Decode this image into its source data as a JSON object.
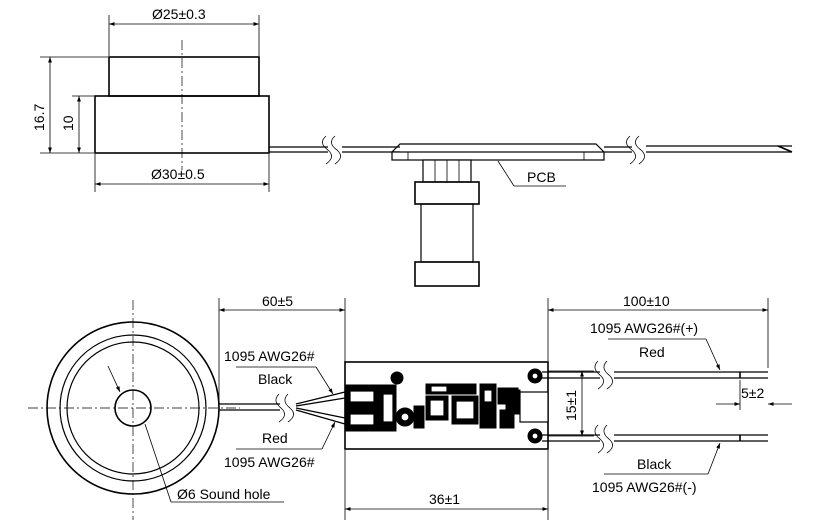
{
  "top_view": {
    "dim_top_diameter": "Ø25±0.3",
    "dim_bottom_diameter": "Ø30±0.5",
    "dim_total_height": "16.7",
    "dim_body_height": "10",
    "label_pcb": "PCB"
  },
  "bottom_view": {
    "dim_lead_length_left": "60±5",
    "dim_lead_length_right": "100±10",
    "dim_pcb_length": "36±1",
    "dim_pcb_width": "15±1",
    "dim_strip": "5±2",
    "label_sound_hole": "Ø6 Sound hole",
    "left_wire_top_spec": "1095 AWG26#",
    "left_wire_top_color": "Black",
    "left_wire_bottom_color": "Red",
    "left_wire_bottom_spec": "1095 AWG26#",
    "right_wire_top_spec": "1095 AWG26#(+)",
    "right_wire_top_color": "Red",
    "right_wire_bottom_color": "Black",
    "right_wire_bottom_spec": "1095 AWG26#(-)"
  }
}
